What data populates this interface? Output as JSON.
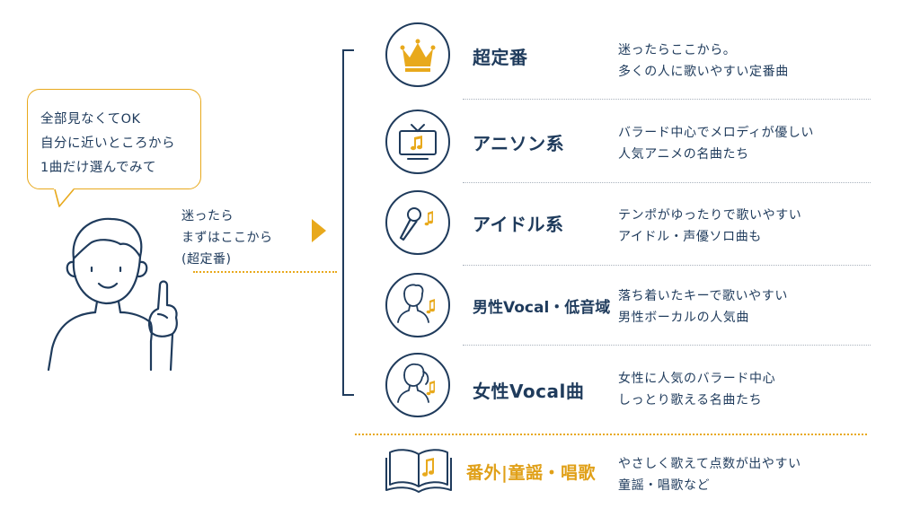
{
  "bubble": {
    "lines": [
      "全部見なくてOK",
      "自分に近いところから",
      "1曲だけ選んでみて"
    ]
  },
  "lead": {
    "lines": [
      "迷ったら",
      "まずはここから",
      "(超定番)"
    ]
  },
  "categories": [
    {
      "icon": "crown-icon",
      "title": "超定番",
      "desc": [
        "迷ったらここから。",
        "多くの人に歌いやすい定番曲"
      ]
    },
    {
      "icon": "tv-music-icon",
      "title": "アニソン系",
      "desc": [
        "バラード中心でメロディが優しい",
        "人気アニメの名曲たち"
      ]
    },
    {
      "icon": "microphone-icon",
      "title": "アイドル系",
      "desc": [
        "テンポがゆったりで歌いやすい",
        "アイドル・声優ソロ曲も"
      ]
    },
    {
      "icon": "male-singer-icon",
      "title": "男性Vocal・低音域",
      "desc": [
        "落ち着いたキーで歌いやすい",
        "男性ボーカルの人気曲"
      ]
    },
    {
      "icon": "female-singer-icon",
      "title": "女性Vocal曲",
      "desc": [
        "女性に人気のバラード中心",
        "しっとり歌える名曲たち"
      ]
    }
  ],
  "bonus": {
    "icon": "songbook-icon",
    "title": "番外|童謡・唱歌",
    "desc": [
      "やさしく歌えて点数が出やすい",
      "童謡・唱歌など"
    ]
  },
  "colors": {
    "navy": "#1f3b5c",
    "accent": "#e8a91c",
    "separator": "#a9b2bd"
  }
}
